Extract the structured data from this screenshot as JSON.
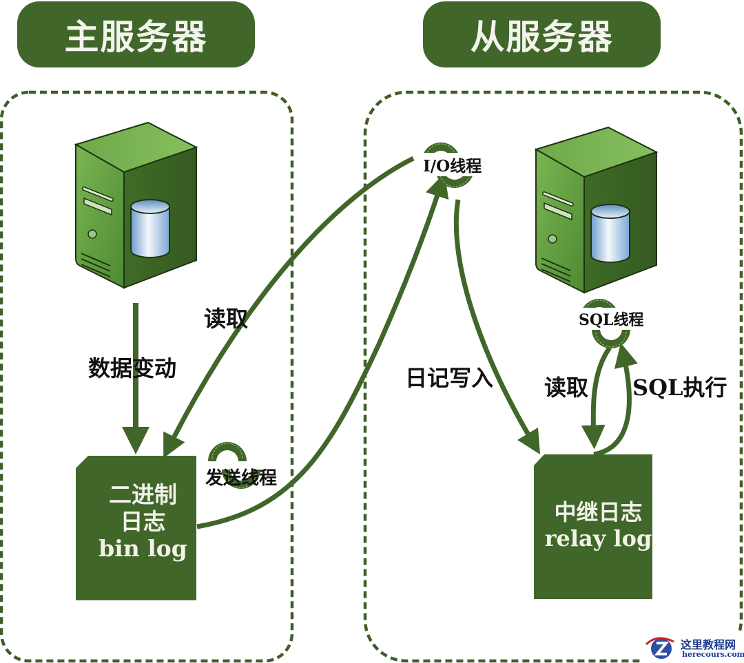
{
  "colors": {
    "primary_green": "#41662a",
    "light_green": "#6fa84a",
    "dash_green": "#3f5f2a",
    "db_blue": "#8fb6dc",
    "white": "#ffffff"
  },
  "master": {
    "title": "主服务器",
    "server_icon": "server-with-database-icon",
    "data_change_label": "数据变动",
    "binlog_box": {
      "line1": "二进制",
      "line2": "日志",
      "line3": "bin log"
    },
    "send_thread_label": "发送线程",
    "thread_icon": "gear-thread-icon"
  },
  "slave": {
    "title": "从服务器",
    "server_icon": "server-with-database-icon",
    "io_thread_label": "I/O线程",
    "sql_thread_label": "SQL线程",
    "log_write_label": "日记写入",
    "read_label": "读取",
    "sql_exec_label": "SQL执行",
    "relay_box": {
      "line1": "中继日志",
      "line2": "relay log"
    }
  },
  "cross_links": {
    "read_label": "读取"
  },
  "watermark": {
    "name": "这里教程网",
    "url": "herecours.com",
    "icon": "z-logo-icon"
  }
}
